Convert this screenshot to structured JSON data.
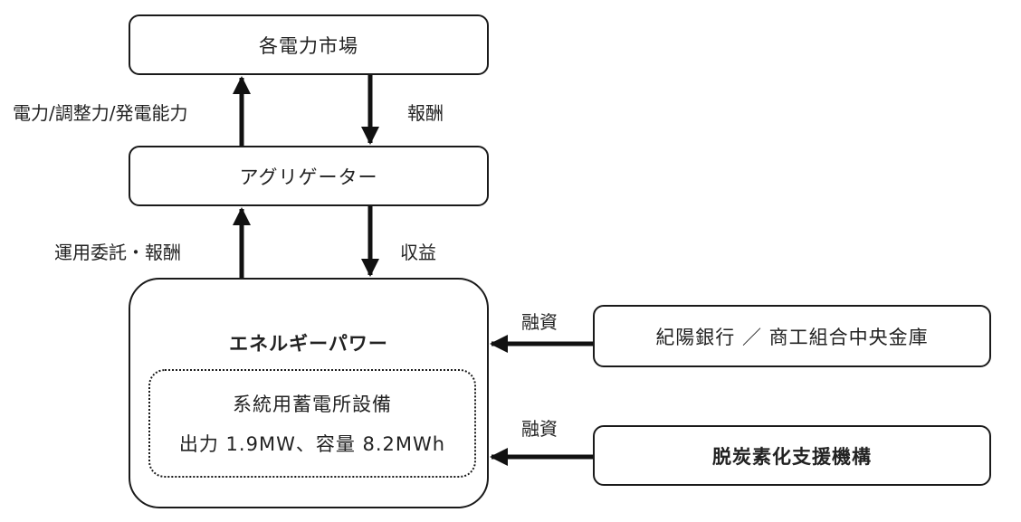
{
  "nodes": {
    "market": "各電力市場",
    "aggregator": "アグリゲーター",
    "energy_power": "エネルギーパワー",
    "facility_name": "系統用蓄電所設備",
    "facility_spec": "出力 1.9MW、容量 8.2MWh",
    "banks": "紀陽銀行 ／ 商工組合中央金庫",
    "jicn": "脱炭素化支援機構"
  },
  "edges": {
    "up_top": "電力/調整力/発電能力",
    "down_top": "報酬",
    "up_bottom": "運用委託・報酬",
    "down_bottom": "収益",
    "financing_1": "融資",
    "financing_2": "融資"
  }
}
